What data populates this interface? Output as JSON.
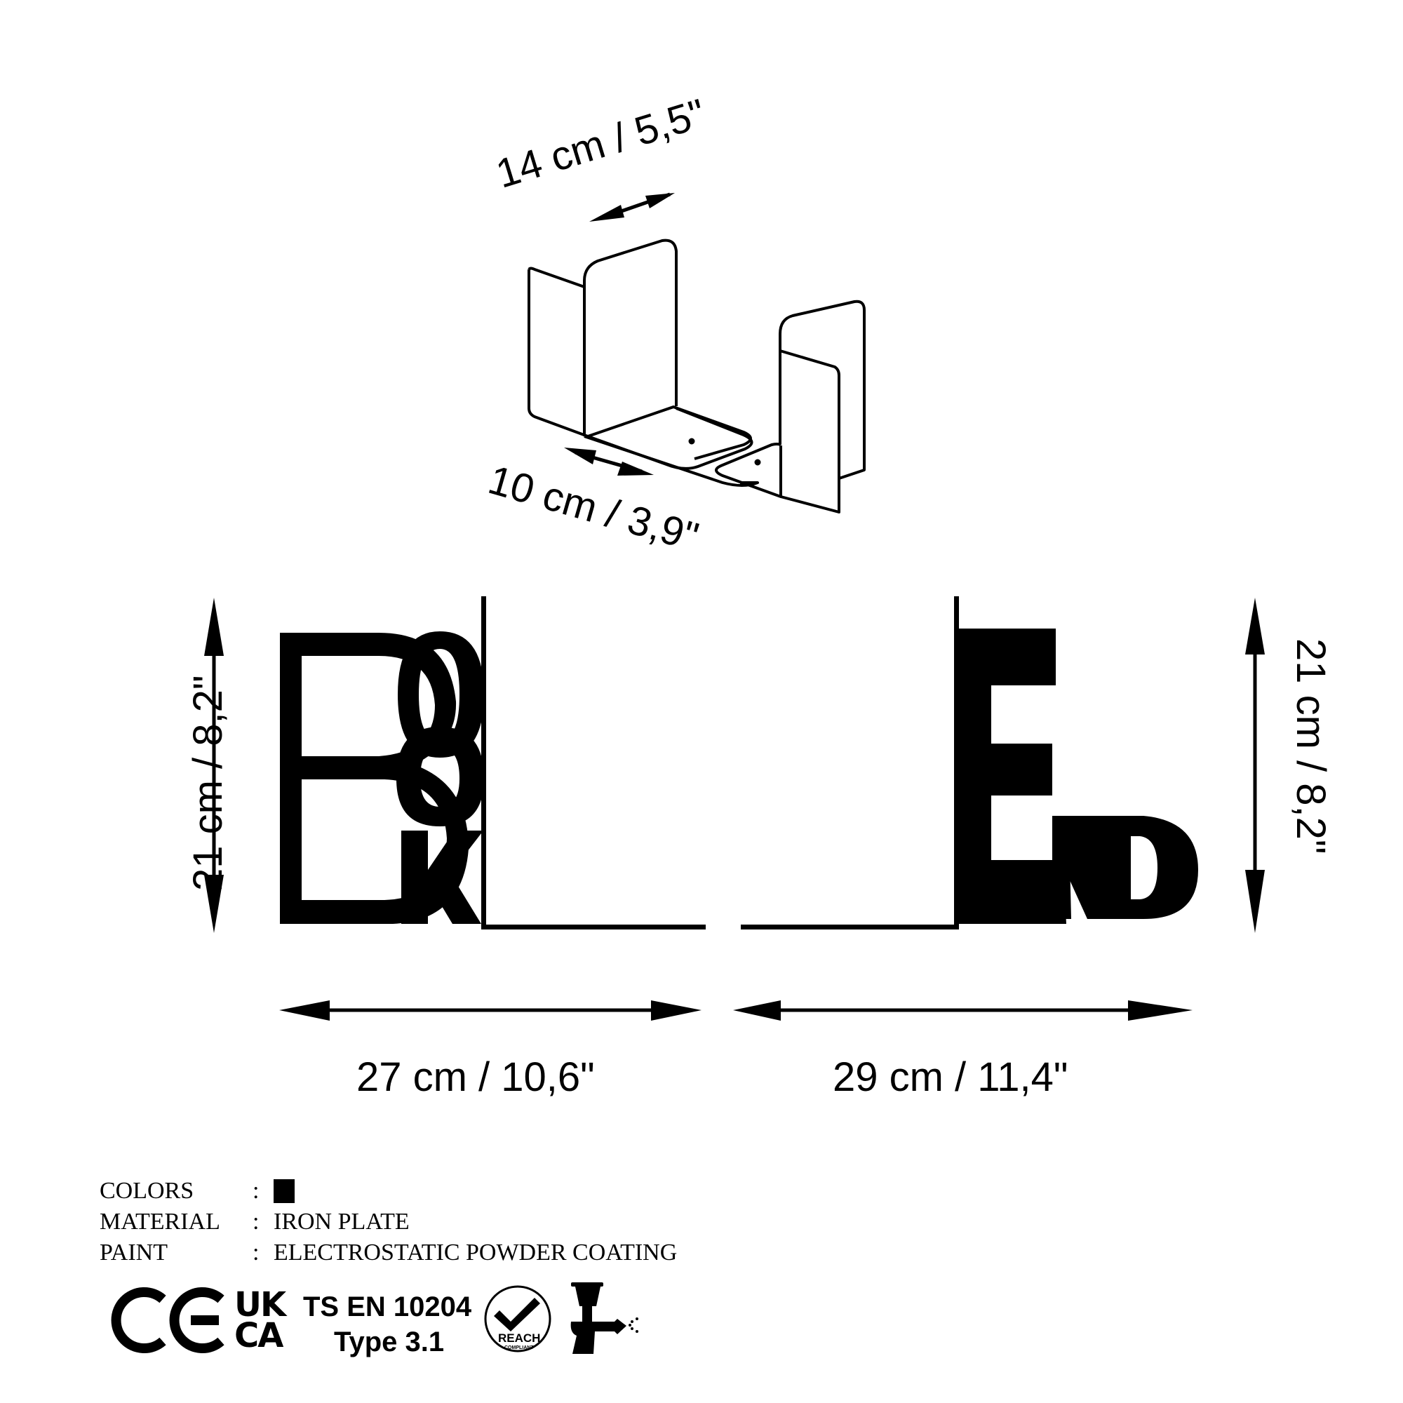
{
  "diagram": {
    "product": "Bookend pair",
    "letters_left": [
      "B",
      "o",
      "o",
      "k"
    ],
    "letters_right": [
      "E",
      "N",
      "D"
    ],
    "dimensions": {
      "width_3d": "14 cm / 5,5\"",
      "depth_3d": "10 cm / 3,9\"",
      "height_left": "21 cm / 8,2\"",
      "height_right": "21 cm / 8,2\"",
      "width_left": "27 cm / 10,6\"",
      "width_right": "29 cm / 11,4\""
    }
  },
  "specs": [
    {
      "key": "COLORS",
      "colon": ":",
      "value": "",
      "swatch_color": "#000000"
    },
    {
      "key": "MATERIAL",
      "colon": ":",
      "value": "IRON PLATE"
    },
    {
      "key": "PAINT",
      "colon": ":",
      "value": "ELECTROSTATIC POWDER COATING"
    }
  ],
  "certifications": {
    "ce": "CE",
    "ukca_top": "UK",
    "ukca_bottom": "CA",
    "ts_line1": "TS EN 10204",
    "ts_line2": "Type 3.1",
    "reach": "REACH",
    "reach_sub": "COMPLIANT",
    "spray_icon": "spray-gun-icon"
  },
  "colors": {
    "ink": "#000000",
    "background": "#ffffff"
  }
}
